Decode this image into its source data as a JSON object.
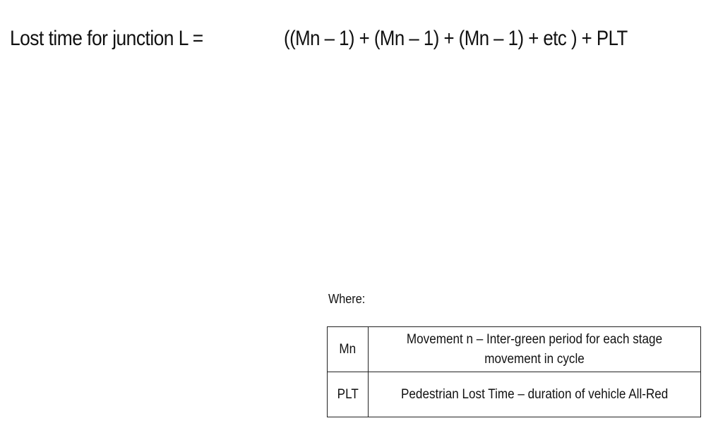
{
  "formula": {
    "label": "Lost time for junction L =",
    "expression": "((Mn – 1) + (Mn – 1) + (Mn – 1) + etc ) + PLT"
  },
  "definitions": {
    "intro": "Where:",
    "rows": [
      {
        "term": "Mn",
        "description": "Movement n – Inter-green period for each stage movement in cycle"
      },
      {
        "term": "PLT",
        "description": "Pedestrian Lost Time – duration of vehicle All-Red"
      }
    ]
  }
}
